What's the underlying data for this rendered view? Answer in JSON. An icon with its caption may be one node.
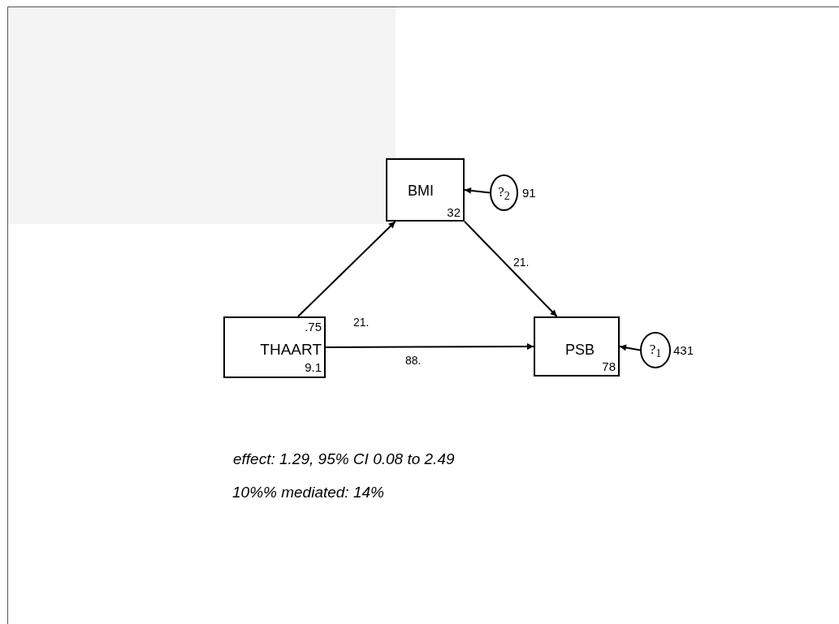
{
  "diagram": {
    "nodes": [
      {
        "text": [
          "BMI",
          "32"
        ]
      },
      {
        "text": [
          "?$_{2}$"
        ],
        "beside": [
          "91"
        ]
      },
      {
        "text": [
          ".75",
          "THAART",
          "9.1"
        ]
      },
      {
        "text": [
          "PSB",
          "78"
        ]
      },
      {
        "text": [
          "?$_{1}$"
        ],
        "beside": [
          "431"
        ]
      }
    ],
    "edges": [
      {
        "from": 2,
        "to": 0,
        "arrow": "to",
        "label": "21."
      },
      {
        "from": 0,
        "to": 3,
        "arrow": "to",
        "label": "21."
      },
      {
        "from": 2,
        "to": 3,
        "arrow": "to",
        "label": "88."
      },
      {
        "from": 1,
        "to": 0,
        "arrow": "to"
      },
      {
        "from": 4,
        "to": 3,
        "arrow": "to"
      }
    ],
    "labels": [
      "effect: 1.29, 95% CI 0.08 to 2.49",
      "10%% mediated: 14%"
    ]
  }
}
